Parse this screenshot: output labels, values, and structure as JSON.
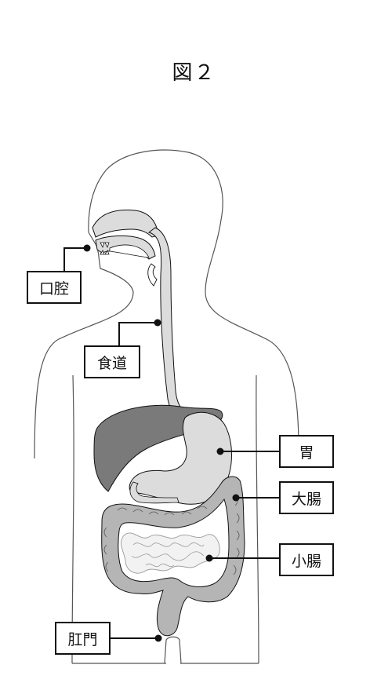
{
  "figure": {
    "title": "図２"
  },
  "labels": {
    "mouth": "口腔",
    "esophagus": "食道",
    "stomach": "胃",
    "large_intestine": "大腸",
    "small_intestine": "小腸",
    "anus": "肛門"
  },
  "colors": {
    "outline": "#111111",
    "body_line": "#555555",
    "organ_light": "#dcdcdc",
    "liver": "#7a7a7a",
    "large_intestine": "#b5b5b5",
    "small_intestine_line": "#9a9a9a"
  }
}
